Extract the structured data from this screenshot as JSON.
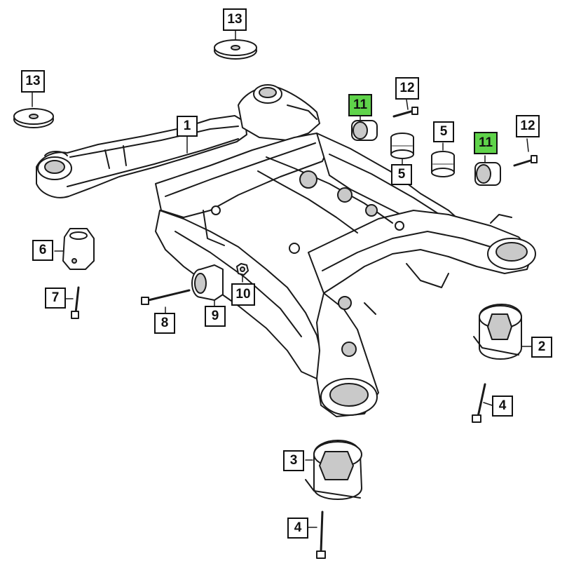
{
  "callouts": {
    "c13a": "13",
    "c13b": "13",
    "c1": "1",
    "c12a": "12",
    "c12b": "12",
    "c11a": "11",
    "c11b": "11",
    "c5a": "5",
    "c5b": "5",
    "c6": "6",
    "c7": "7",
    "c8": "8",
    "c9": "9",
    "c10": "10",
    "c2": "2",
    "c4a": "4",
    "c3": "3",
    "c4b": "4"
  },
  "colors": {
    "line": "#1a1a1a",
    "highlight": "#5fd34a",
    "fill": "#ffffff",
    "shade": "#c9c9c9"
  },
  "icons": [
    "subframe-crossmember",
    "isolator-washer",
    "bushing",
    "bolt",
    "nut",
    "mount-bracket"
  ]
}
